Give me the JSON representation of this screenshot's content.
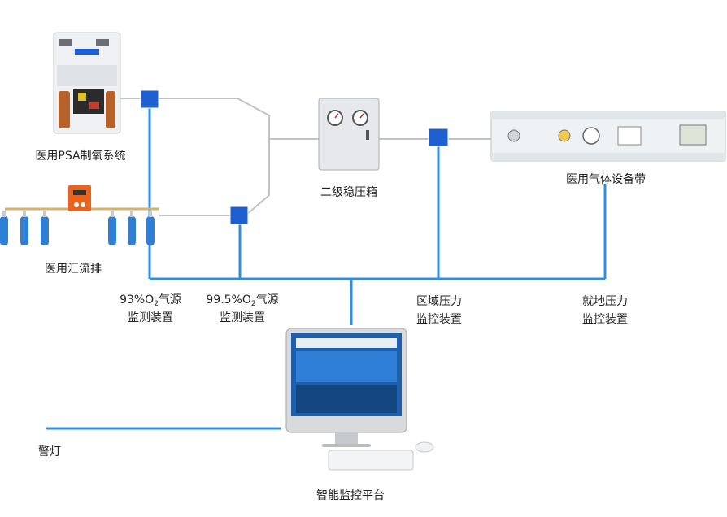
{
  "labels": {
    "psa_system": "医用PSA制氧系统",
    "manifold": "医用汇流排",
    "regulator_box": "二级稳压箱",
    "gas_panel": "医用气体设备带",
    "monitor_93_line1_pre": "93%O",
    "monitor_93_line1_sub": "2",
    "monitor_93_line1_post": "气源",
    "monitor_93_line2": "监测装置",
    "monitor_995_line1_pre": "99.5%O",
    "monitor_995_line1_sub": "2",
    "monitor_995_line1_post": "气源",
    "monitor_995_line2": "监测装置",
    "zone_pressure_line1": "区域压力",
    "zone_pressure_line2": "监控装置",
    "local_pressure_line1": "就地压力",
    "local_pressure_line2": "监控装置",
    "alarm_light": "警灯",
    "platform": "智能监控平台"
  },
  "colors": {
    "signal_line": "#2a8fe6",
    "pipe_line": "#bfc3c7",
    "node": "#1e5fd1"
  }
}
